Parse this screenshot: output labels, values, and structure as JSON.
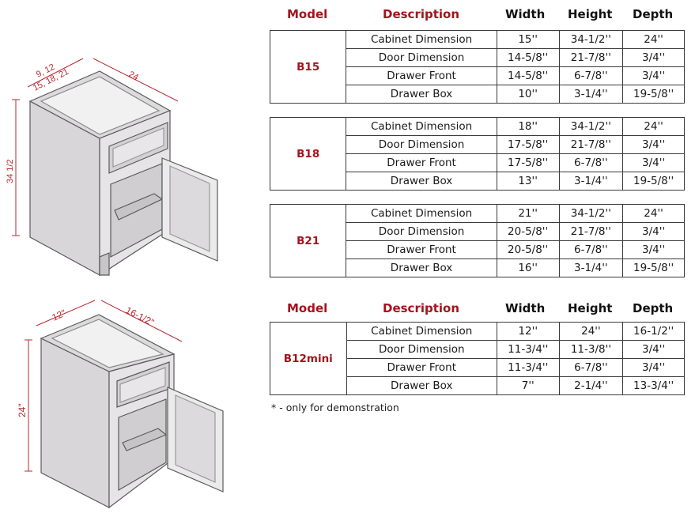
{
  "headers": {
    "model": "Model",
    "description": "Description",
    "width": "Width",
    "height": "Height",
    "depth": "Depth"
  },
  "diagram_top": {
    "label_width_a": "9, 12",
    "label_width_b": "15, 18, 21",
    "label_depth": "24",
    "label_height": "34 1/2"
  },
  "diagram_bottom": {
    "label_width": "12\"",
    "label_depth": "16-1/2\"",
    "label_height": "24\""
  },
  "tables": [
    {
      "model": "B15",
      "rows": [
        {
          "desc": "Cabinet Dimension",
          "w": "15''",
          "h": "34-1/2''",
          "d": "24''"
        },
        {
          "desc": "Door Dimension",
          "w": "14-5/8''",
          "h": "21-7/8''",
          "d": "3/4''"
        },
        {
          "desc": "Drawer Front",
          "w": "14-5/8''",
          "h": "6-7/8''",
          "d": "3/4''"
        },
        {
          "desc": "Drawer Box",
          "w": "10''",
          "h": "3-1/4''",
          "d": "19-5/8''"
        }
      ]
    },
    {
      "model": "B18",
      "rows": [
        {
          "desc": "Cabinet Dimension",
          "w": "18''",
          "h": "34-1/2''",
          "d": "24''"
        },
        {
          "desc": "Door Dimension",
          "w": "17-5/8''",
          "h": "21-7/8''",
          "d": "3/4''"
        },
        {
          "desc": "Drawer Front",
          "w": "17-5/8''",
          "h": "6-7/8''",
          "d": "3/4''"
        },
        {
          "desc": "Drawer Box",
          "w": "13''",
          "h": "3-1/4''",
          "d": "19-5/8''"
        }
      ]
    },
    {
      "model": "B21",
      "rows": [
        {
          "desc": "Cabinet Dimension",
          "w": "21''",
          "h": "34-1/2''",
          "d": "24''"
        },
        {
          "desc": "Door Dimension",
          "w": "20-5/8''",
          "h": "21-7/8''",
          "d": "3/4''"
        },
        {
          "desc": "Drawer Front",
          "w": "20-5/8''",
          "h": "6-7/8''",
          "d": "3/4''"
        },
        {
          "desc": "Drawer Box",
          "w": "16''",
          "h": "3-1/4''",
          "d": "19-5/8''"
        }
      ]
    },
    {
      "model": "B12mini",
      "rows": [
        {
          "desc": "Cabinet Dimension",
          "w": "12''",
          "h": "24''",
          "d": "16-1/2''"
        },
        {
          "desc": "Door Dimension",
          "w": "11-3/4''",
          "h": "11-3/8''",
          "d": "3/4''"
        },
        {
          "desc": "Drawer Front",
          "w": "11-3/4''",
          "h": "6-7/8''",
          "d": "3/4''"
        },
        {
          "desc": "Drawer Box",
          "w": "7''",
          "h": "2-1/4''",
          "d": "13-3/4''"
        }
      ]
    }
  ],
  "footnote": "* - only for demonstration",
  "colors": {
    "accent": "#a3141d",
    "cabinet": "#e2e0e2",
    "outline": "#5a5a5a"
  }
}
